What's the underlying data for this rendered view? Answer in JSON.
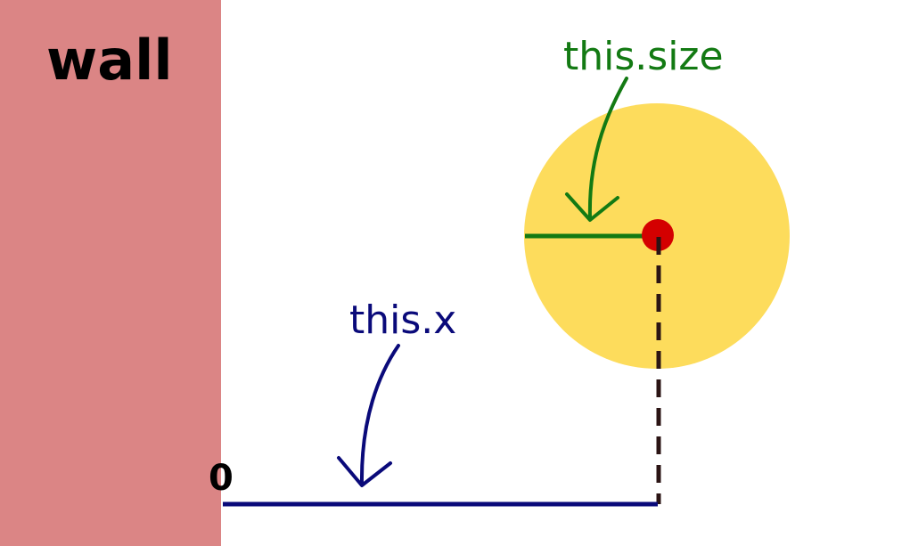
{
  "labels": {
    "wall": "wall",
    "size": "this.size",
    "x": "this.x",
    "zero": "0"
  },
  "colors": {
    "wall": "#db8585",
    "ball": "#fddc5c",
    "center": "#d40000",
    "size": "#137a13",
    "x": "#0a0a7a",
    "dashed": "#2b1414",
    "text": "#000000"
  },
  "icons": {
    "size_arrow": "curved-arrow-down-icon",
    "x_arrow": "curved-arrow-down-icon"
  }
}
